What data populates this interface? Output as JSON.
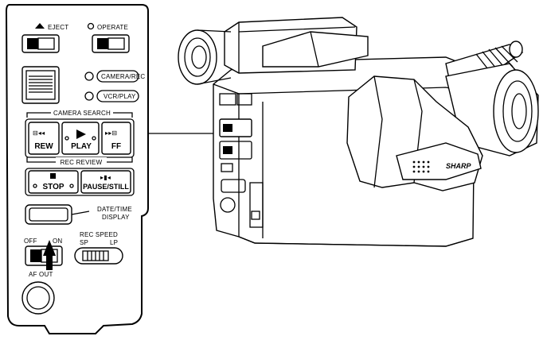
{
  "panel": {
    "eject_label": "EJECT",
    "operate_label": "OPERATE",
    "camera_rec_label": "CAMERA/REC",
    "vcr_play_label": "VCR/PLAY",
    "camera_search_label": "CAMERA SEARCH",
    "rew_label": "REW",
    "play_label": "PLAY",
    "ff_label": "FF",
    "rec_review_label": "REC REVIEW",
    "stop_label": "STOP",
    "pause_still_label": "PAUSE/STILL",
    "date_time_display_label_1": "DATE/TIME",
    "date_time_display_label_2": "DISPLAY",
    "off_label": "OFF",
    "on_label": "ON",
    "rec_speed_label": "REC SPEED",
    "sp_label": "SP",
    "lp_label": "LP",
    "af_out_label": "AF OUT"
  },
  "camcorder": {
    "brand_label": "SHARP"
  }
}
